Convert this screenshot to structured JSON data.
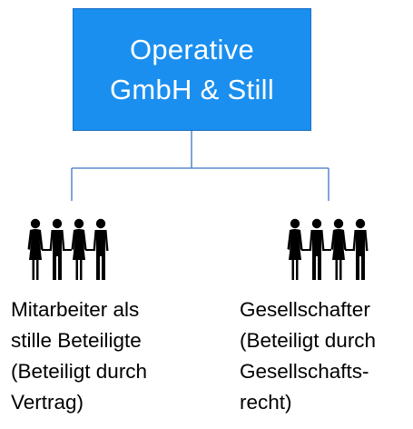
{
  "diagram": {
    "root": {
      "label": "Operative\nGmbH & Still",
      "fill_color": "#1a8fef",
      "text_color": "#ffffff"
    },
    "connector_color": "#3f74c4",
    "children": [
      {
        "icon": "group-of-four-people-icon",
        "label": "Mitarbeiter als\nstille Beteiligte\n(Beteiligt durch\nVertrag)"
      },
      {
        "icon": "group-of-four-people-icon",
        "label": "Gesellschafter\n(Beteiligt durch\nGesellschafts-\nrecht)"
      }
    ]
  }
}
